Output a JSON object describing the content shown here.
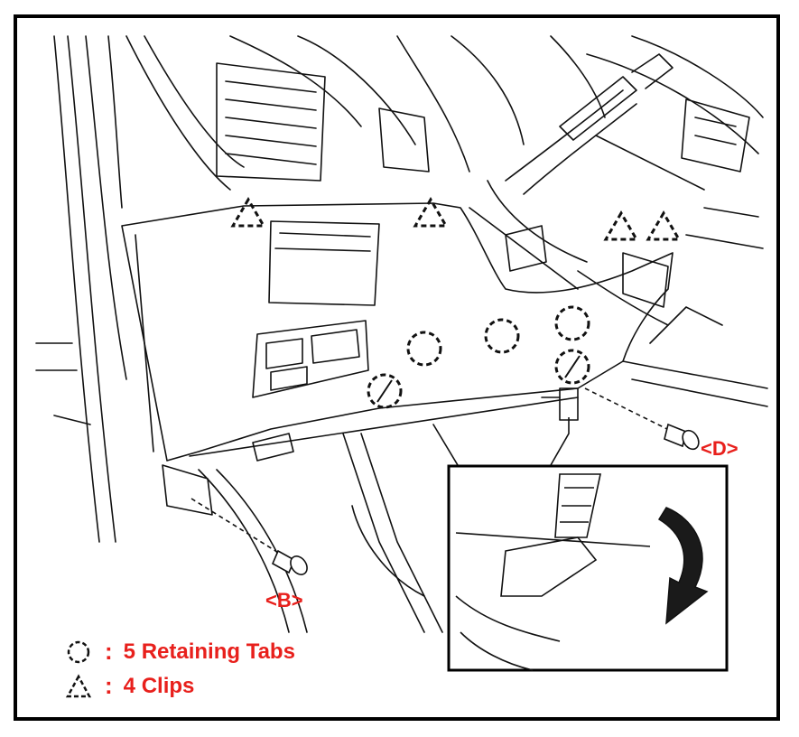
{
  "callouts": {
    "screw_d": "<D>",
    "screw_b": "<B>"
  },
  "legend": {
    "tabs": {
      "symbol": "dashed-circle",
      "separator": ":",
      "text": "5 Retaining Tabs"
    },
    "clips": {
      "symbol": "dashed-triangle",
      "separator": ":",
      "text": "4 Clips"
    }
  },
  "colors": {
    "label_red": "#e8201c",
    "line_black": "#111111",
    "frame": "#000000",
    "background": "#ffffff"
  }
}
